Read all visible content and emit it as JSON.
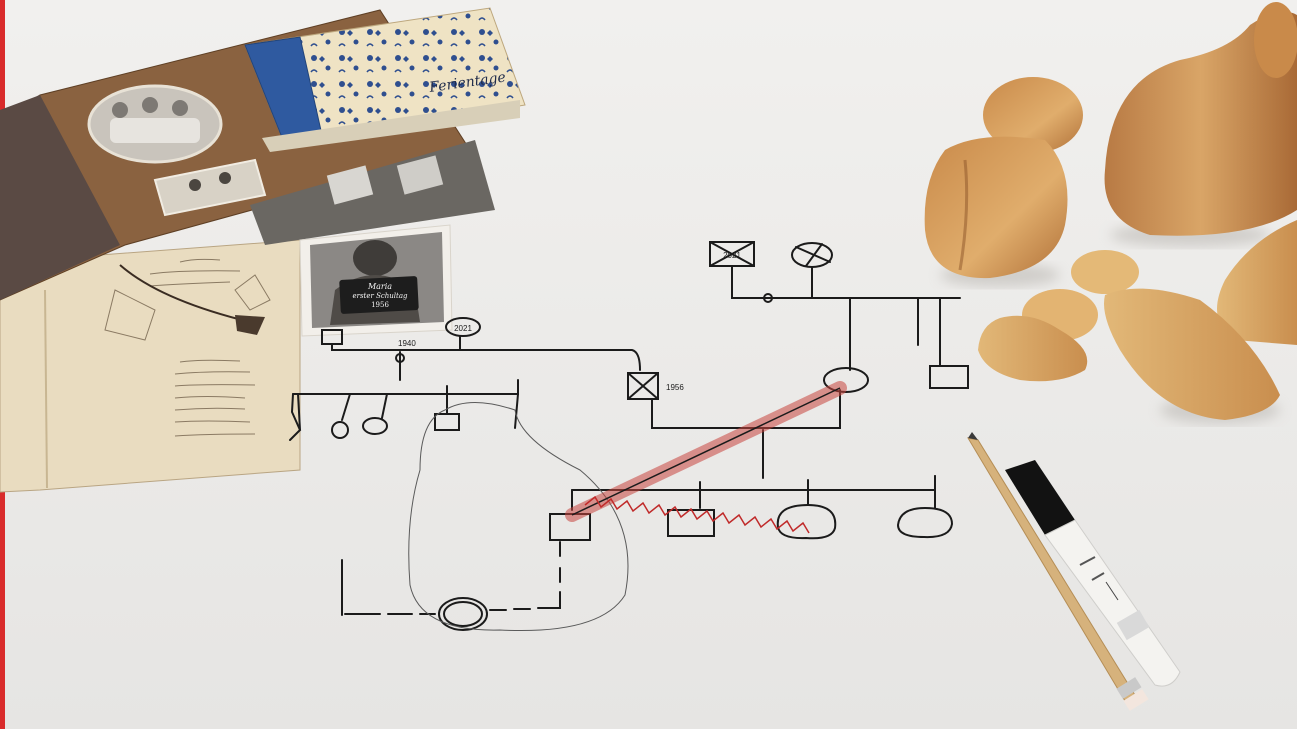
{
  "photo": {
    "alt": "Family tree genogram sketched in pen on white paper, surrounded by old photo albums, vintage photographs, wooden figurines, a pencil and a black marker",
    "colors": {
      "accent_bar": "#d92b2b",
      "paper": "#eeedeb",
      "ink": "#1b1b1b",
      "red_marking": "#c8453f",
      "album_brown": "#8a6240",
      "wood_light": "#d8a866",
      "wood_dark": "#b8763f"
    }
  },
  "album_cover": {
    "title": "Ferientage"
  },
  "photo_caption": {
    "line1": "Maria",
    "line2": "erster Schultag",
    "line3": "1956"
  },
  "genogram": {
    "year_left_couple": "1940",
    "year_right_male": "1956",
    "year_top_female": "2021",
    "year_right_couple_male": "2021"
  }
}
